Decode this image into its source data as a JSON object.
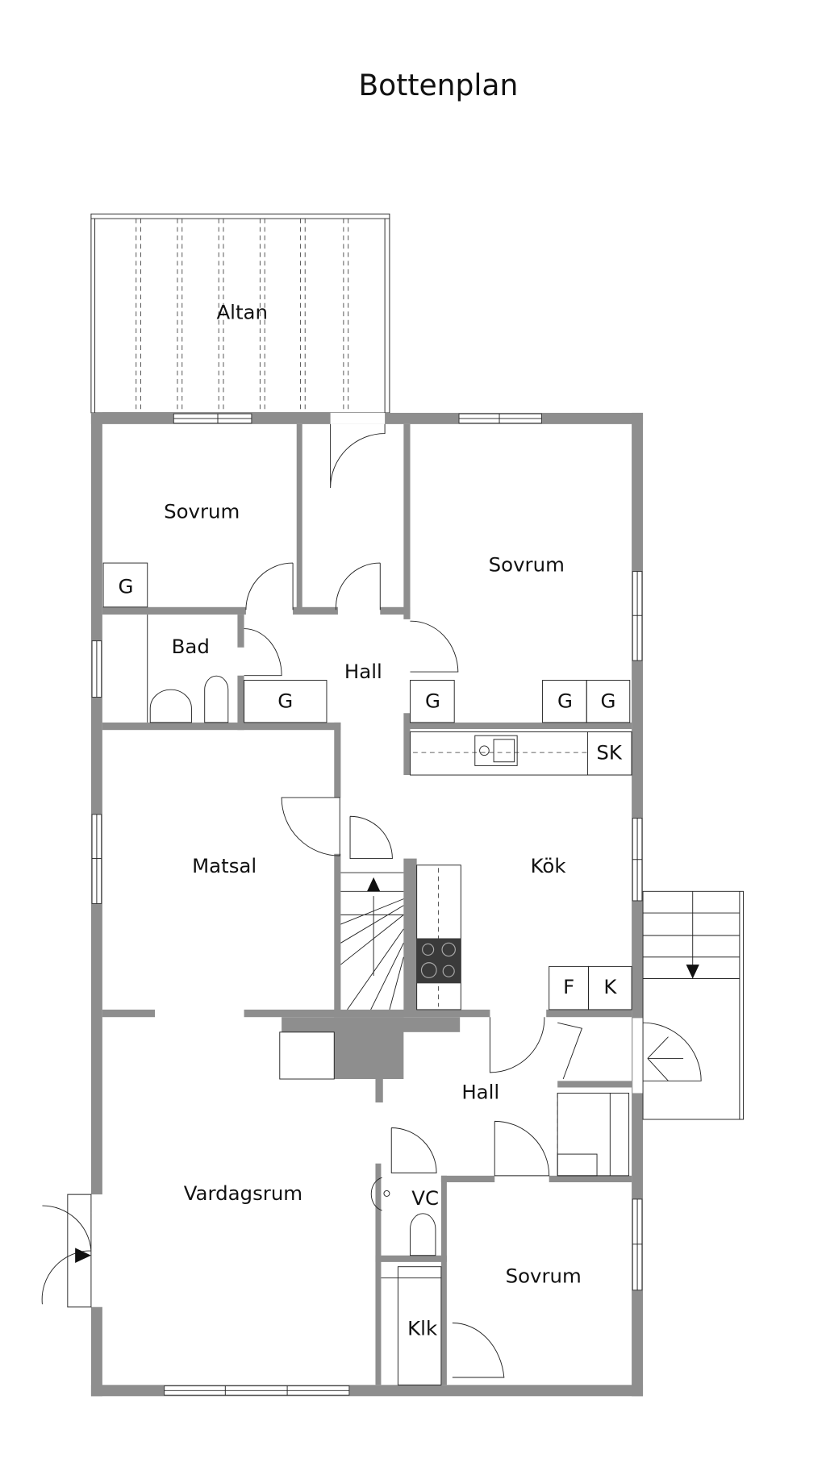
{
  "title": "Bottenplan",
  "rooms": {
    "altan": "Altan",
    "sovrum_nw": "Sovrum",
    "sovrum_ne": "Sovrum",
    "bad": "Bad",
    "hall_upper": "Hall",
    "matsal": "Matsal",
    "kok": "Kök",
    "hall_lower": "Hall",
    "vardagsrum": "Vardagsrum",
    "vc": "VC",
    "sovrum_se": "Sovrum",
    "klk": "Klk"
  },
  "fixtures": {
    "wardrobe": "G",
    "sk": "SK",
    "fridge": "F",
    "freezer": "K"
  },
  "colors": {
    "wall": "#8e8e8e",
    "stove": "#3a3a3a"
  }
}
